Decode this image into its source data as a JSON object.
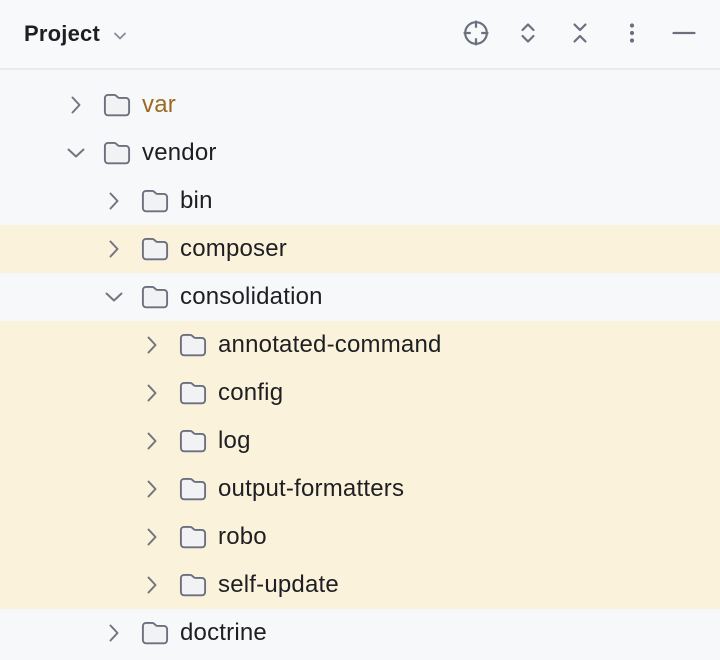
{
  "header": {
    "title": "Project",
    "toolbar_icons": [
      {
        "icon": "target-icon"
      },
      {
        "icon": "expand-all-icon"
      },
      {
        "icon": "collapse-all-icon"
      },
      {
        "icon": "kebab-menu-icon"
      },
      {
        "icon": "minimize-icon"
      }
    ]
  },
  "tree": {
    "rows": [
      {
        "label": "var",
        "level": 0,
        "expanded": false,
        "highlighted": false,
        "label_color": "#9B6A21"
      },
      {
        "label": "vendor",
        "level": 0,
        "expanded": true,
        "highlighted": false
      },
      {
        "label": "bin",
        "level": 1,
        "expanded": false,
        "highlighted": false
      },
      {
        "label": "composer",
        "level": 1,
        "expanded": false,
        "highlighted": true
      },
      {
        "label": "consolidation",
        "level": 1,
        "expanded": true,
        "highlighted": false
      },
      {
        "label": "annotated-command",
        "level": 2,
        "expanded": false,
        "highlighted": true
      },
      {
        "label": "config",
        "level": 2,
        "expanded": false,
        "highlighted": true
      },
      {
        "label": "log",
        "level": 2,
        "expanded": false,
        "highlighted": true
      },
      {
        "label": "output-formatters",
        "level": 2,
        "expanded": false,
        "highlighted": true
      },
      {
        "label": "robo",
        "level": 2,
        "expanded": false,
        "highlighted": true
      },
      {
        "label": "self-update",
        "level": 2,
        "expanded": false,
        "highlighted": true
      },
      {
        "label": "doctrine",
        "level": 1,
        "expanded": false,
        "highlighted": false
      }
    ]
  },
  "colors": {
    "pane_bg": "#F7F8FA",
    "highlight_row_bg": "#FBF2DC",
    "header_border": "#E9EAEE",
    "icon_gray": "#6C707E",
    "text": "#1E1F22",
    "excluded_text": "#9B6A21",
    "folder_fill": "#F1F2F4",
    "folder_stroke": "#6C707E"
  }
}
